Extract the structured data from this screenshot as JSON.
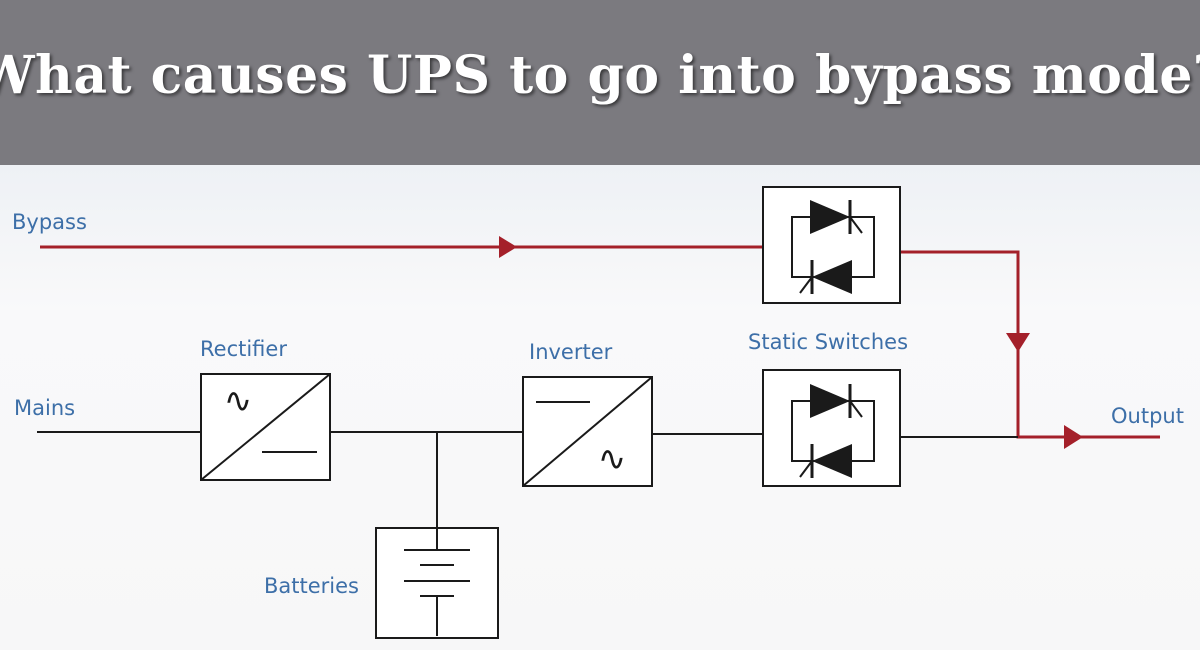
{
  "header": {
    "title": "What causes UPS to go into bypass mode?"
  },
  "labels": {
    "bypass": "Bypass",
    "mains": "Mains",
    "rectifier": "Rectifier",
    "inverter": "Inverter",
    "static_switches": "Static Switches",
    "batteries": "Batteries",
    "output": "Output"
  },
  "glyphs": {
    "ac": "∿"
  },
  "colors": {
    "bypass_path": "#a4202a",
    "normal_path": "#1a1a1a",
    "label_text": "#3d6fa8",
    "banner": "#7b7a7f"
  }
}
